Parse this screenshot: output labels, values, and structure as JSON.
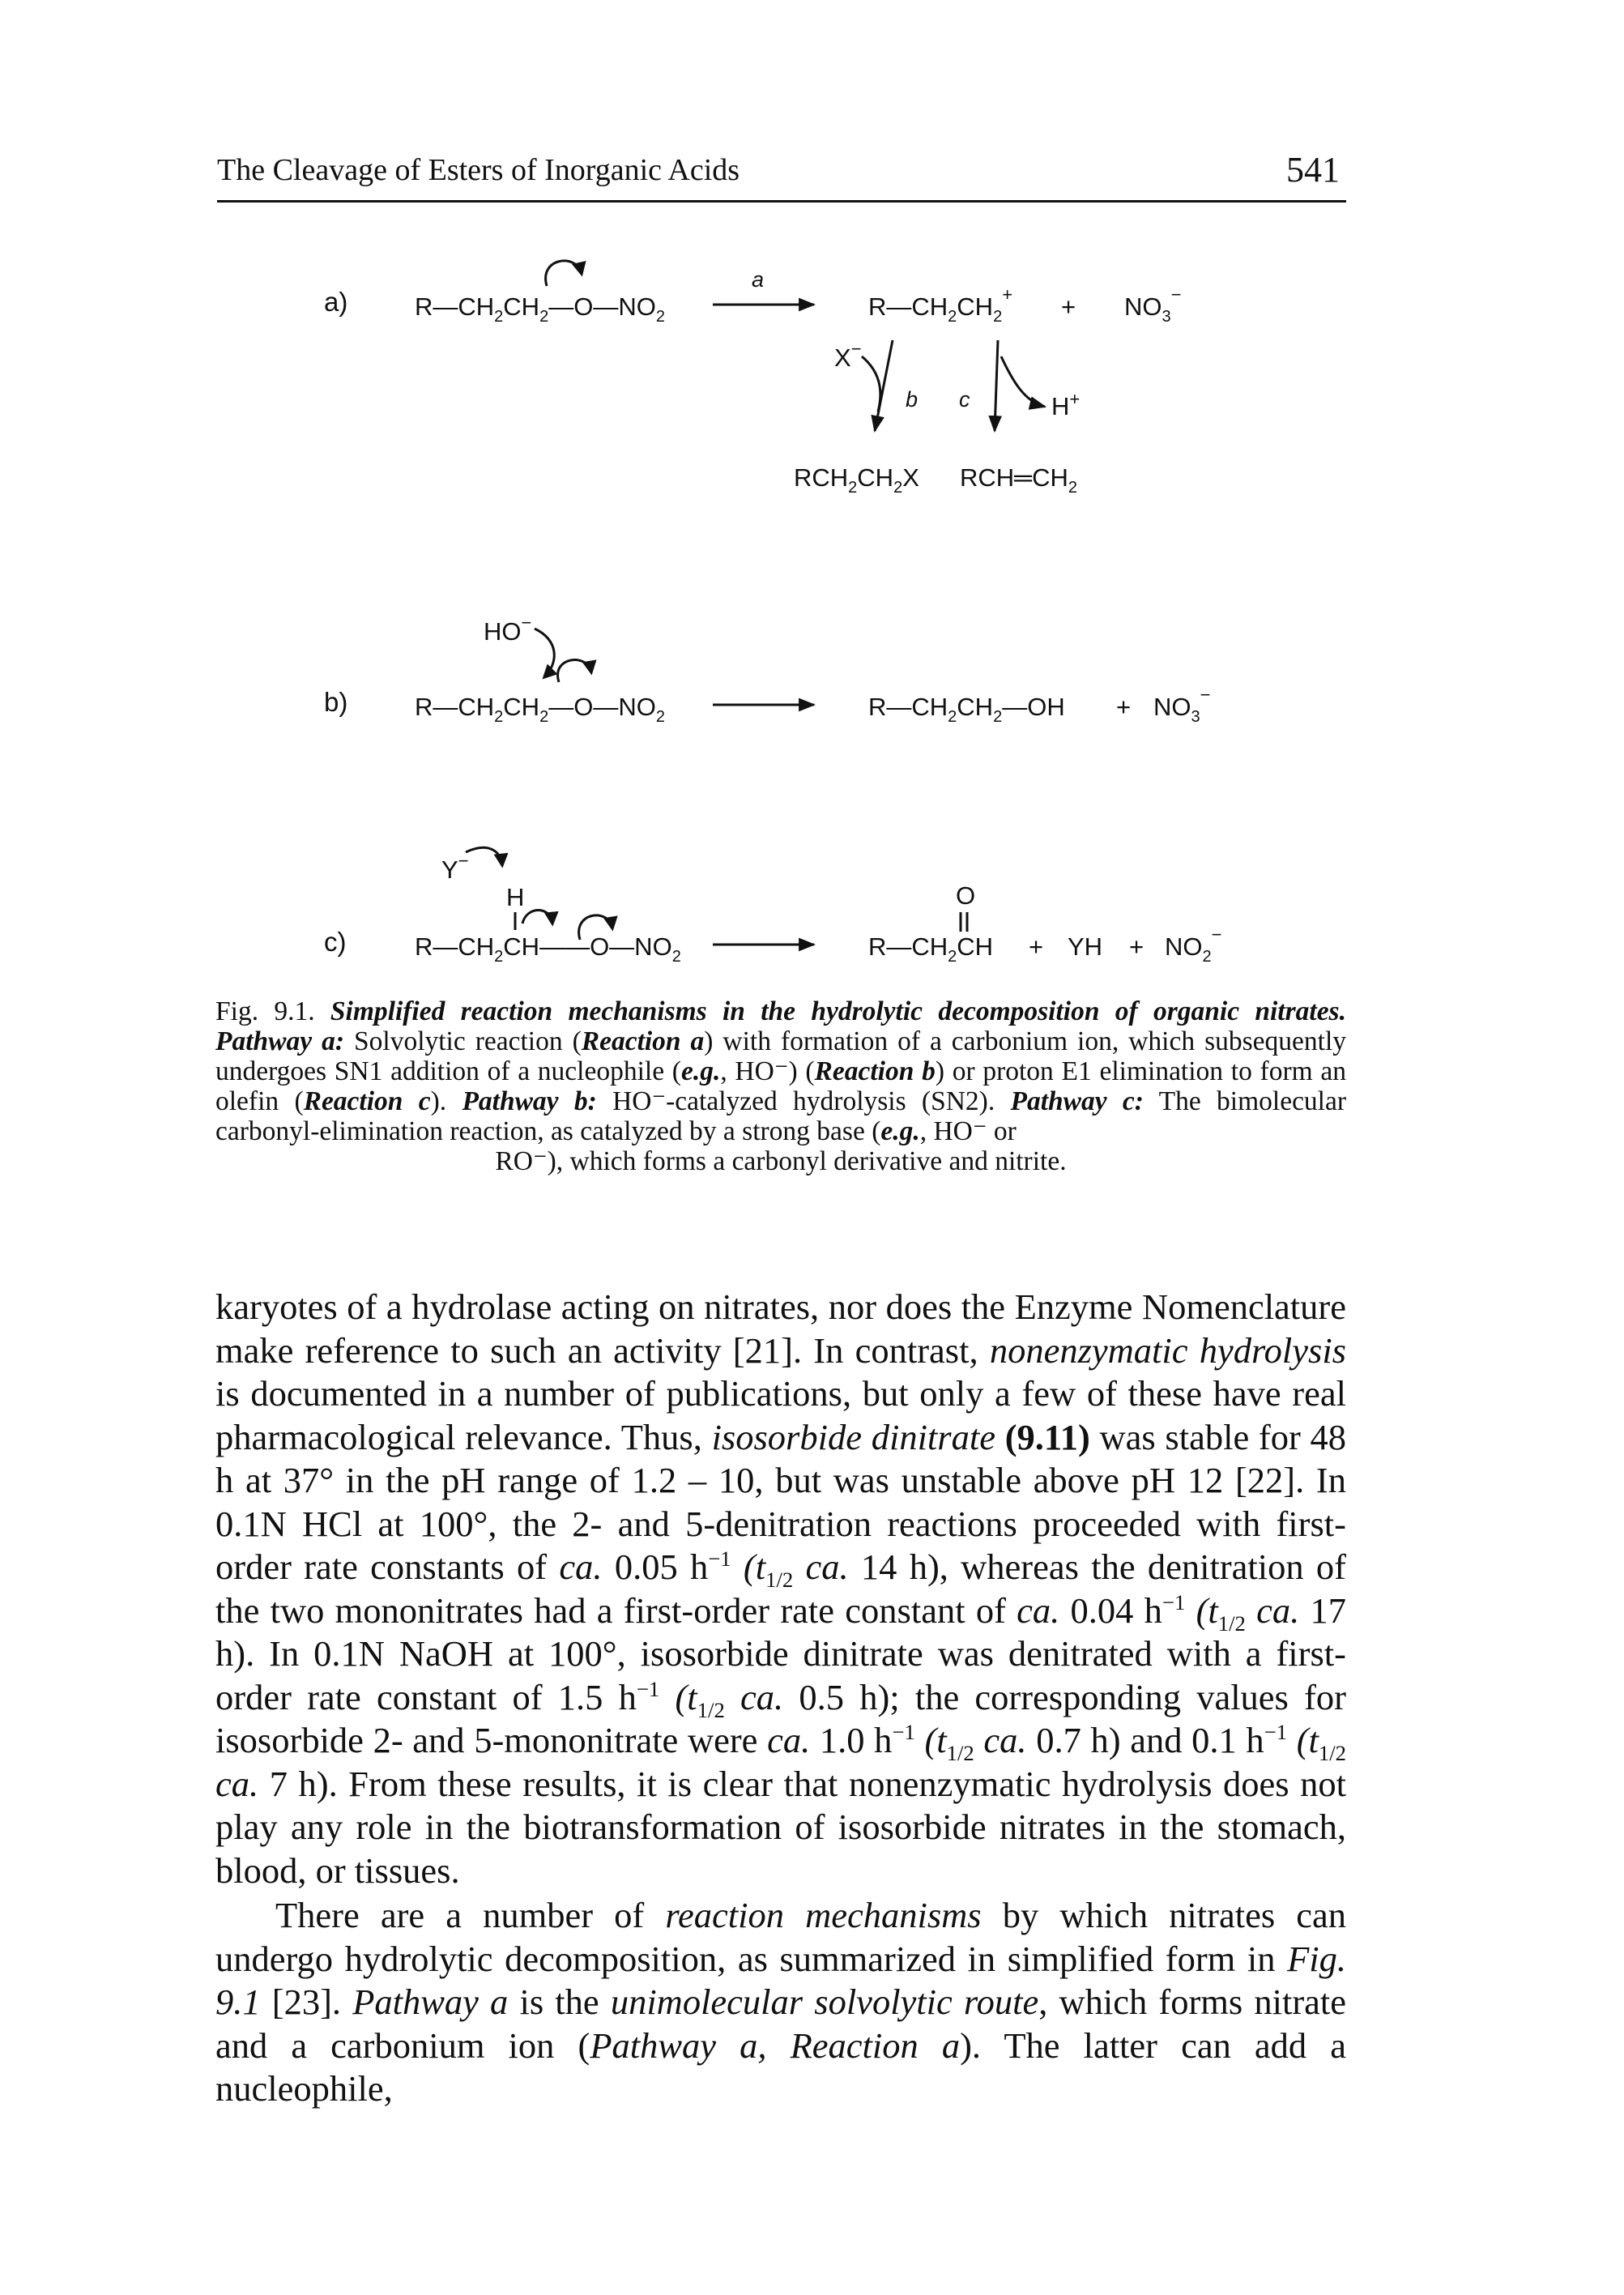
{
  "header": {
    "title": "The Cleavage of Esters of Inorganic Acids",
    "page_number": "541"
  },
  "scheme": {
    "labels": {
      "a": "a)",
      "b": "b)",
      "c": "c)"
    },
    "arrow_labels": {
      "a": "a",
      "b": "b",
      "c": "c"
    },
    "reactions": [
      {
        "id": "a",
        "reactant": "R—CH2CH2—O—NO2",
        "products": [
          "R—CH2CH2+",
          "NO3−"
        ],
        "nucleophile": "X−",
        "proton": "H+",
        "subproducts": [
          "RCH2CH2X",
          "RCH=CH2"
        ]
      },
      {
        "id": "b",
        "nucleophile": "HO−",
        "reactant": "R—CH2CH2—O—NO2",
        "products": [
          "R—CH2CH2—OH",
          "NO3−"
        ]
      },
      {
        "id": "c",
        "base": "Y−",
        "reactant": "R—CH2CH(H)—O—NO2",
        "products": [
          "R—CH2CH=O",
          "YH",
          "NO2−"
        ]
      }
    ]
  },
  "caption": {
    "figure_label": "Fig. 9.1.",
    "title": "Simplified reaction mechanisms in the hydrolytic decomposition of organic nitrates.",
    "pathway_a": "Pathway a:",
    "text_a1": "Solvolytic reaction (",
    "reaction_a": "Reaction a",
    "text_a2": ") with formation of a carbonium ion, which subsequently undergoes ",
    "sn1": "SN1",
    "text_a3": " addition of a nucleophile (",
    "eg1": "e.g.",
    "text_a4": ", HO⁻) (",
    "reaction_b": "Reaction b",
    "text_a5": ") or proton ",
    "e1": "E1",
    "text_a6": " elimination to form an olefin (",
    "reaction_c": "Reaction c",
    "text_a7": "). ",
    "pathway_b": "Pathway b:",
    "text_b": " HO⁻-catalyzed hydrolysis (SN2). ",
    "pathway_c": "Pathway c:",
    "text_c1": " The bimolecular carbonyl-elimination reaction, as catalyzed by a strong base (",
    "eg2": "e.g.",
    "text_c2": ", HO⁻ or",
    "last_line": "RO⁻), which forms a carbonyl derivative and nitrite."
  },
  "body": {
    "p1": [
      "karyotes of a hydrolase acting on nitrates, nor does the Enzyme Nomenclature make reference to such an activity [21]. In contrast, ",
      "nonenzymatic hydrolysis",
      " is documented in a number of publications, but only a few of these have real pharmacological relevance. Thus, ",
      "isosorbide dinitrate",
      "(9.11)",
      " was stable for 48 h at 37° in the pH range of 1.2 – 10, but was unstable above pH 12 [22]. In 0.1N HCl at 100°, the 2- and 5-denitration reactions proceeded with first-order rate constants of ",
      "ca.",
      " 0.05 h",
      "−1",
      " (t",
      "1/2",
      " ca.",
      " 14 h), whereas the denitration of the two mononitrates had a first-order rate constant of ",
      "ca.",
      " 0.04 h",
      "−1",
      " (t",
      "1/2",
      " ca.",
      " 17 h). In 0.1N NaOH at 100°, isosorbide dinitrate was denitrated with a first-order rate constant of 1.5 h",
      "−1",
      " (t",
      "1/2",
      " ca.",
      " 0.5 h); the corresponding values for isosorbide 2- and 5-mononitrate were ",
      "ca.",
      " 1.0 h",
      "−1",
      " (t",
      "1/2",
      " ca.",
      " 0.7 h) and 0.1 h",
      "−1",
      " (t",
      "1/2",
      " ca.",
      " 7 h). From these results, it is clear that nonenzymatic hydrolysis does not play any role in the biotransformation of isosorbide nitrates in the stomach, blood, or tissues."
    ],
    "p2": [
      "There are a number of ",
      "reaction mechanisms",
      " by which nitrates can undergo hydrolytic decomposition, as summarized in simplified form in ",
      "Fig. 9.1",
      " [23]. ",
      "Pathway a",
      " is the ",
      "unimolecular solvolytic route",
      ", which forms nitrate and a carbonium ion (",
      "Pathway a, Reaction a",
      "). The latter can add a nucleophile,"
    ]
  }
}
